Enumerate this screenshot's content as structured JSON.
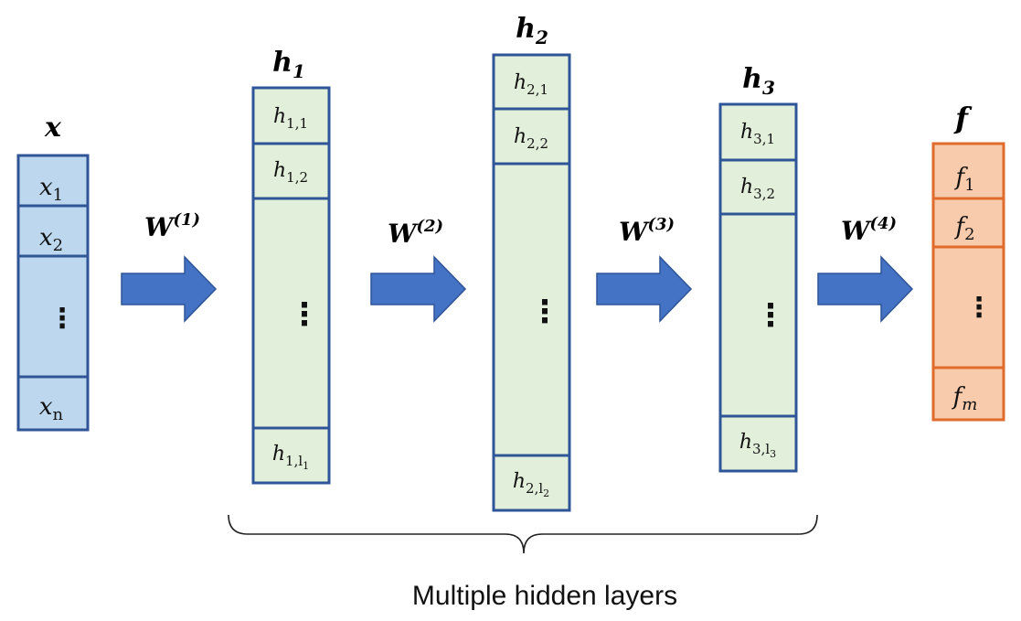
{
  "input_layer": {
    "title": "x",
    "items": [
      {
        "base": "x",
        "sub": "1"
      },
      {
        "base": "x",
        "sub": "2"
      },
      {
        "base": "⋮",
        "sub": ""
      },
      {
        "base": "x",
        "sub": "n"
      }
    ]
  },
  "hidden_layers": [
    {
      "title": "h",
      "title_sub": "1",
      "items": [
        {
          "base": "h",
          "sub": "1,1"
        },
        {
          "base": "h",
          "sub": "1,2"
        },
        {
          "base": "⋮",
          "sub": ""
        },
        {
          "base": "h",
          "sub": "1,l",
          "subsub": "1"
        }
      ]
    },
    {
      "title": "h",
      "title_sub": "2",
      "items": [
        {
          "base": "h",
          "sub": "2,1"
        },
        {
          "base": "h",
          "sub": "2,2"
        },
        {
          "base": "⋮",
          "sub": ""
        },
        {
          "base": "h",
          "sub": "2,l",
          "subsub": "2"
        }
      ]
    },
    {
      "title": "h",
      "title_sub": "3",
      "items": [
        {
          "base": "h",
          "sub": "3,1"
        },
        {
          "base": "h",
          "sub": "3,2"
        },
        {
          "base": "⋮",
          "sub": ""
        },
        {
          "base": "h",
          "sub": "3,l",
          "subsub": "3"
        }
      ]
    }
  ],
  "output_layer": {
    "title": "f",
    "items": [
      {
        "base": "f",
        "sub": "1"
      },
      {
        "base": "f",
        "sub": "2"
      },
      {
        "base": "⋮",
        "sub": ""
      },
      {
        "base": "f",
        "sub": "m"
      }
    ]
  },
  "weights": [
    {
      "base": "W",
      "sup": "(1)"
    },
    {
      "base": "W",
      "sup": "(2)"
    },
    {
      "base": "W",
      "sup": "(3)"
    },
    {
      "base": "W",
      "sup": "(4)"
    }
  ],
  "caption": "Multiple hidden layers",
  "colors": {
    "input_fill": "#bdd7ee",
    "input_stroke": "#2f5597",
    "hidden_fill": "#e2efda",
    "hidden_stroke": "#2e5597",
    "output_fill": "#f8cbad",
    "output_stroke": "#e06b2c",
    "arrow": "#4472c4"
  }
}
